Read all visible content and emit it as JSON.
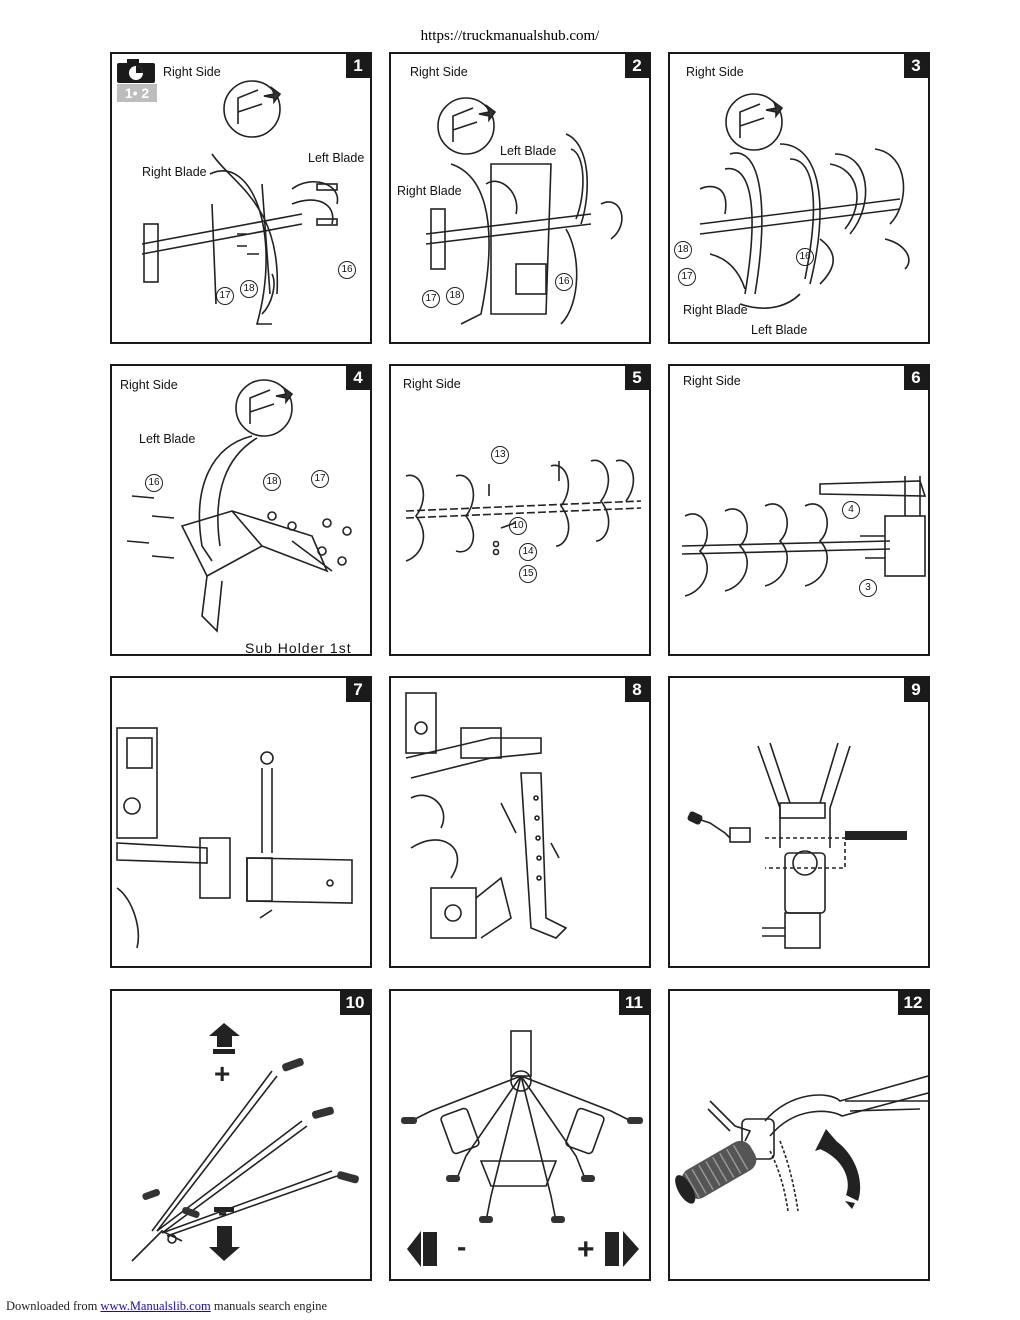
{
  "header": {
    "url": "https://truckmanualshub.com/"
  },
  "panels": [
    {
      "number": "1",
      "side": "Right Side",
      "badge": "1• 2",
      "labels": [
        "Right Blade",
        "Left Blade"
      ],
      "callouts": [
        "16",
        "17",
        "18"
      ]
    },
    {
      "number": "2",
      "side": "Right Side",
      "labels": [
        "Left Blade",
        "Right Blade"
      ],
      "callouts": [
        "17",
        "18",
        "16"
      ]
    },
    {
      "number": "3",
      "side": "Right Side",
      "labels": [
        "Right Blade",
        "Left Blade"
      ],
      "callouts": [
        "18",
        "17",
        "16"
      ]
    },
    {
      "number": "4",
      "side": "Right Side",
      "labels": [
        "Left Blade"
      ],
      "callouts": [
        "16",
        "18",
        "17"
      ],
      "caption": "Sub Holder 1st"
    },
    {
      "number": "5",
      "side": "Right Side",
      "callouts": [
        "13",
        "10",
        "14",
        "15"
      ]
    },
    {
      "number": "6",
      "side": "Right Side",
      "callouts": [
        "4",
        "3"
      ]
    },
    {
      "number": "7"
    },
    {
      "number": "8"
    },
    {
      "number": "9"
    },
    {
      "number": "10",
      "symbols": [
        "+",
        "-"
      ]
    },
    {
      "number": "11",
      "symbols": [
        "-",
        "+"
      ]
    },
    {
      "number": "12"
    }
  ],
  "footer": {
    "prefix": "Downloaded from",
    "link": "www.Manualslib.com",
    "suffix": "manuals search engine"
  }
}
